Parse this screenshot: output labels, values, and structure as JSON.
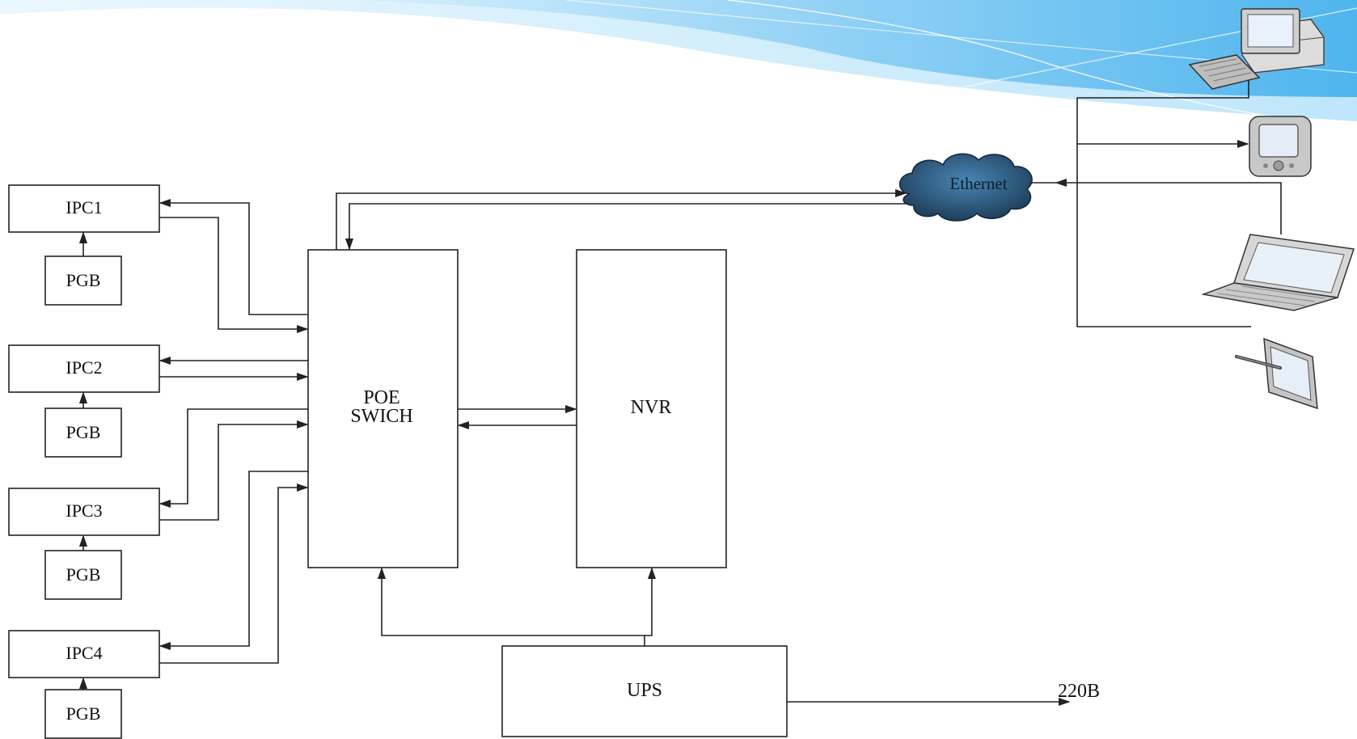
{
  "diagram": {
    "nodes": {
      "ipc1": "IPC1",
      "ipc2": "IPC2",
      "ipc3": "IPC3",
      "ipc4": "IPC4",
      "pgb": "PGB",
      "poe_line1": "POE",
      "poe_line2": "SWICH",
      "nvr": "NVR",
      "ups": "UPS",
      "mains": "220B",
      "ethernet": "Ethernet"
    },
    "client_devices": [
      "desktop-computer-icon",
      "pda-icon",
      "laptop-icon",
      "tablet-with-stylus-icon"
    ],
    "colors": {
      "background": "#ffffff",
      "swoosh_light": "#bfe6fb",
      "swoosh_mid": "#8fd0f5",
      "swoosh_dark": "#5bbcf0",
      "cloud": "#2f5f86",
      "line": "#222222"
    }
  }
}
